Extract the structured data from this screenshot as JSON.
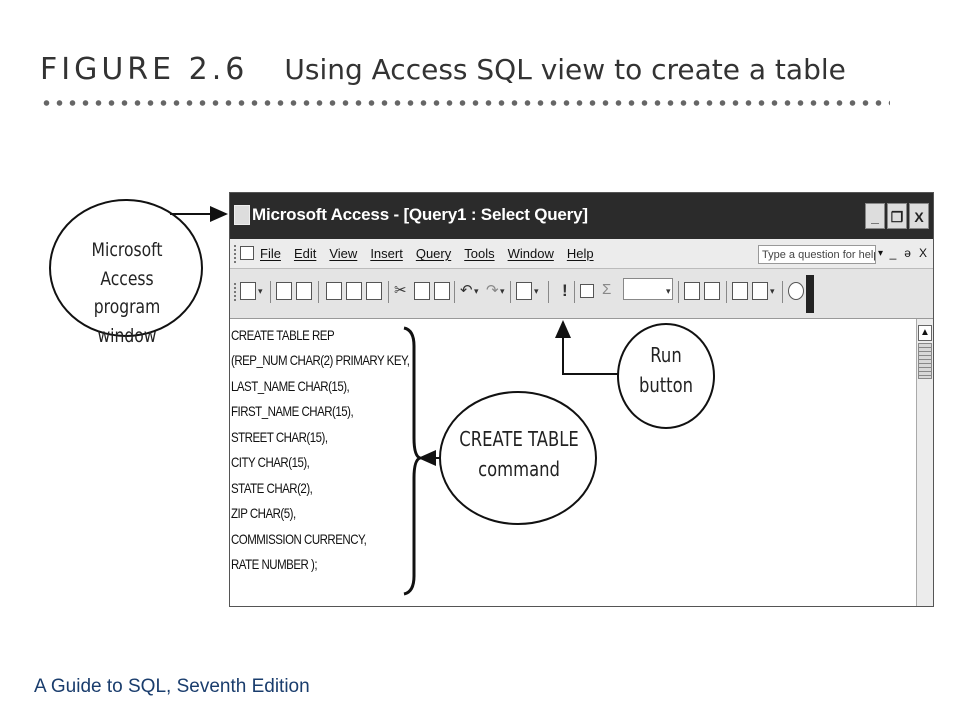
{
  "figure": {
    "number": "FIGURE 2.6",
    "caption": "Using Access SQL view to create a table"
  },
  "window": {
    "title": "Microsoft Access - [Query1 : Select Query]",
    "title_buttons": [
      "_",
      "❐",
      "X"
    ],
    "icon": "access-app-icon"
  },
  "menubar": {
    "items": [
      "File",
      "Edit",
      "View",
      "Insert",
      "Query",
      "Tools",
      "Window",
      "Help"
    ],
    "help_placeholder": "Type a question for help",
    "right_controls": [
      "_",
      "ə",
      "X"
    ]
  },
  "toolbar": {
    "icons": [
      "view-icon",
      "save-icon",
      "print-icon",
      "print-preview-icon",
      "spelling-icon",
      "cut-icon",
      "copy-icon",
      "paste-icon",
      "undo-icon",
      "redo-icon",
      "query-type-icon",
      "run-icon",
      "show-table-icon",
      "totals-icon",
      "top-values-icon",
      "properties-icon",
      "build-icon",
      "database-window-icon",
      "new-object-icon",
      "help-icon"
    ],
    "run_glyph": "!",
    "totals_glyph": "Σ"
  },
  "sql": {
    "lines": [
      "CREATE TABLE REP",
      "(REP_NUM CHAR(2) PRIMARY KEY,",
      "LAST_NAME CHAR(15),",
      "FIRST_NAME CHAR(15),",
      "STREET CHAR(15),",
      "CITY CHAR(15),",
      "STATE CHAR(2),",
      "ZIP CHAR(5),",
      "COMMISSION CURRENCY,",
      "RATE NUMBER );"
    ]
  },
  "callouts": {
    "program_window": [
      "Microsoft Access",
      "program window"
    ],
    "run_button": [
      "Run",
      "button"
    ],
    "create_table": [
      "CREATE TABLE",
      "command"
    ]
  },
  "footer": "A Guide to SQL, Seventh Edition"
}
